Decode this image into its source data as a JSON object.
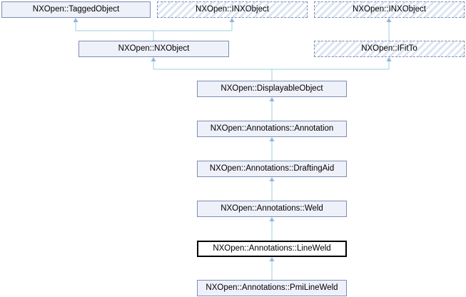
{
  "diagram": {
    "type": "class-inheritance-graph",
    "current_class": "NXOpen::Annotations::LineWeld",
    "colors": {
      "node_fill": "#eef1f9",
      "node_border": "#7e8db3",
      "hatch_stripe": "#dde4f2",
      "current_border": "#000000",
      "edge_line": "#a2cfdf",
      "edge_arrow": "#8fb8da",
      "background": "#ffffff",
      "text": "#000000"
    },
    "nodes": [
      {
        "label": "NXOpen::TaggedObject",
        "style": "solid"
      },
      {
        "label": "NXOpen::INXObject",
        "style": "hatched"
      },
      {
        "label": "NXOpen::INXObject",
        "style": "hatched"
      },
      {
        "label": "NXOpen::NXObject",
        "style": "solid"
      },
      {
        "label": "NXOpen::IFitTo",
        "style": "hatched"
      },
      {
        "label": "NXOpen::DisplayableObject",
        "style": "solid"
      },
      {
        "label": "NXOpen::Annotations::Annotation",
        "style": "solid"
      },
      {
        "label": "NXOpen::Annotations::DraftingAid",
        "style": "solid"
      },
      {
        "label": "NXOpen::Annotations::Weld",
        "style": "solid"
      },
      {
        "label": "NXOpen::Annotations::LineWeld",
        "style": "current"
      },
      {
        "label": "NXOpen::Annotations::PmiLineWeld",
        "style": "solid"
      }
    ],
    "edges": [
      {
        "from": "NXOpen::NXObject",
        "to": "NXOpen::TaggedObject"
      },
      {
        "from": "NXOpen::NXObject",
        "to": "NXOpen::INXObject"
      },
      {
        "from": "NXOpen::IFitTo",
        "to": "NXOpen::INXObject"
      },
      {
        "from": "NXOpen::DisplayableObject",
        "to": "NXOpen::NXObject"
      },
      {
        "from": "NXOpen::DisplayableObject",
        "to": "NXOpen::IFitTo"
      },
      {
        "from": "NXOpen::Annotations::Annotation",
        "to": "NXOpen::DisplayableObject"
      },
      {
        "from": "NXOpen::Annotations::DraftingAid",
        "to": "NXOpen::Annotations::Annotation"
      },
      {
        "from": "NXOpen::Annotations::Weld",
        "to": "NXOpen::Annotations::DraftingAid"
      },
      {
        "from": "NXOpen::Annotations::LineWeld",
        "to": "NXOpen::Annotations::Weld"
      },
      {
        "from": "NXOpen::Annotations::PmiLineWeld",
        "to": "NXOpen::Annotations::LineWeld"
      }
    ]
  }
}
